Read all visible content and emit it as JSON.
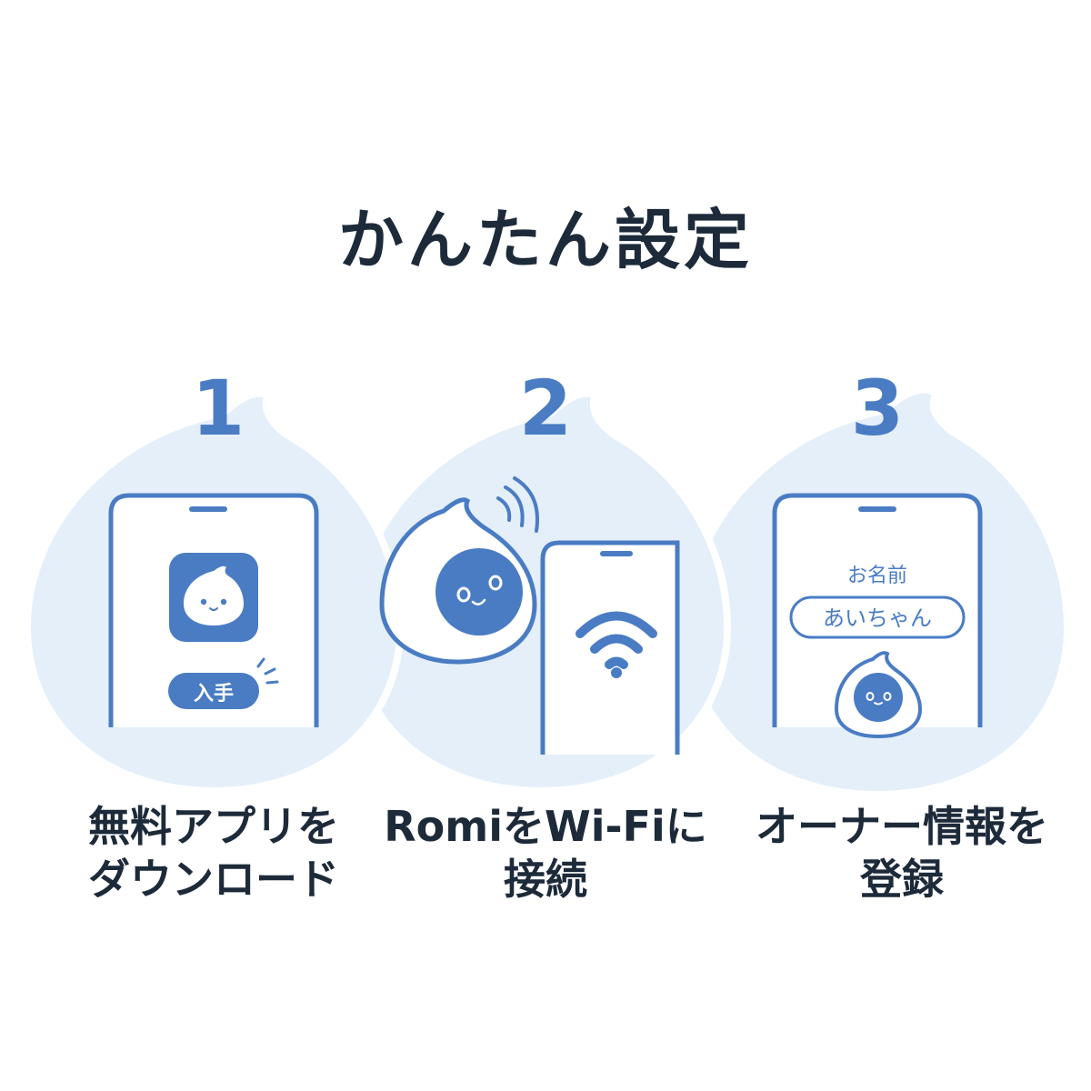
{
  "title": "かんたん設定",
  "colors": {
    "blob": "#e4effa",
    "accent": "#4a7cc4",
    "text": "#1d2a3a"
  },
  "steps": [
    {
      "number": "1",
      "caption_line1": "無料アプリを",
      "caption_line2": "ダウンロード",
      "button_label": "入手",
      "icons": [
        "phone-icon",
        "app-icon",
        "romi-face-icon"
      ]
    },
    {
      "number": "2",
      "caption_line1": "RomiをWi-Fiに",
      "caption_line2": "接続",
      "icons": [
        "romi-robot-icon",
        "signal-waves-icon",
        "phone-icon",
        "wifi-icon"
      ]
    },
    {
      "number": "3",
      "caption_line1": "オーナー情報を",
      "caption_line2": "登録",
      "name_label": "お名前",
      "name_value": "あいちゃん",
      "icons": [
        "phone-icon",
        "romi-robot-icon"
      ]
    }
  ]
}
